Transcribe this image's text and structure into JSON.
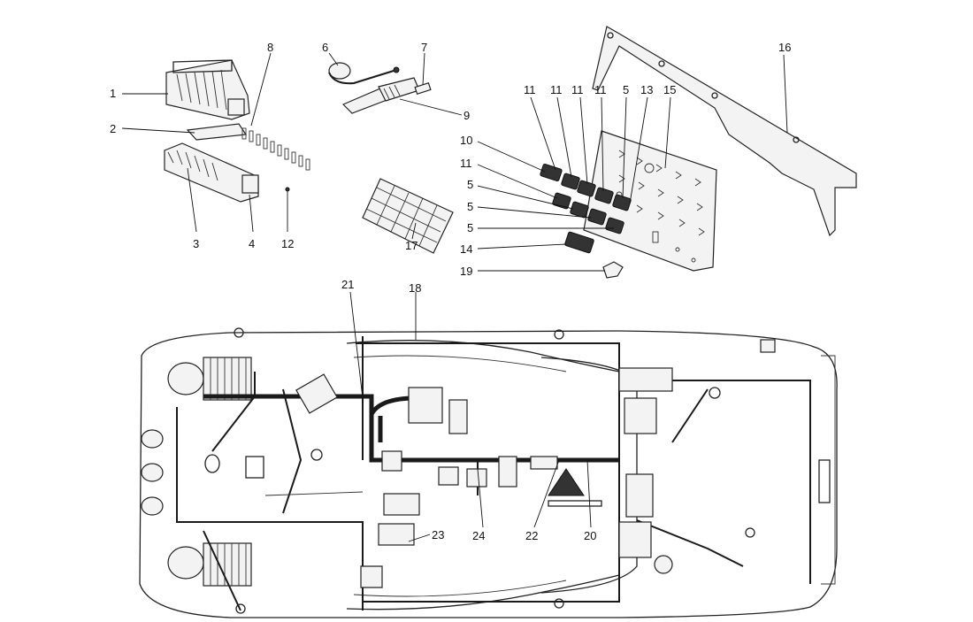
{
  "callouts": {
    "c1": "1",
    "c2": "2",
    "c3": "3",
    "c4": "4",
    "c5a": "5",
    "c5b": "5",
    "c5c": "5",
    "c5d": "5",
    "c6": "6",
    "c7": "7",
    "c8": "8",
    "c9": "9",
    "c10": "10",
    "c11a": "11",
    "c11b": "11",
    "c11c": "11",
    "c11d": "11",
    "c11e": "11",
    "c12": "12",
    "c13": "13",
    "c14": "14",
    "c15": "15",
    "c16": "16",
    "c17": "17",
    "c18": "18",
    "c19": "19",
    "c20": "20",
    "c21": "21",
    "c22": "22",
    "c23": "23",
    "c24": "24"
  }
}
